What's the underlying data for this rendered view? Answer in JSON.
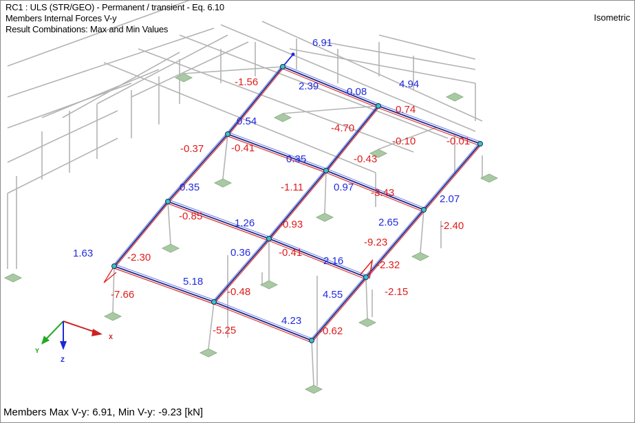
{
  "header": {
    "line1": "RC1 : ULS (STR/GEO) - Permanent / transient - Eq. 6.10",
    "line2": "Members Internal Forces V-y",
    "line3": "Result Combinations: Max and Min Values"
  },
  "view_mode": "Isometric",
  "summary": "Members Max V-y: 6.91, Min V-y: -9.23 [kN]",
  "colors": {
    "max_value": "#1f2be0",
    "min_value": "#e01b1b",
    "member": "#1b2a8a",
    "ghost_structure": "#b3b3b3",
    "support": "#a9c9a4",
    "axis_x": "#cc2222",
    "axis_y": "#22aa22",
    "axis_z": "#1a2ad8"
  },
  "axes": {
    "x": "X",
    "y": "Y",
    "z": "Z"
  },
  "values": {
    "v1": "6.91",
    "v2": "-1.56",
    "v3": "2.39",
    "v4": "-0.08",
    "v5": "4.94",
    "v6": "0.74",
    "v7": "0.54",
    "v8": "-4.70",
    "v9": "-0.37",
    "v10": "-0.41",
    "v11": "-0.10",
    "v12": "-0.01",
    "v13": "0.35",
    "v14": "-0.43",
    "v15": "0.35",
    "v16": "-1.11",
    "v17": "0.97",
    "v18": "-3.43",
    "v19": "2.07",
    "v20": "-0.85",
    "v21": "1.26",
    "v22": "-0.93",
    "v23": "2.65",
    "v24": "-2.40",
    "v25": "1.63",
    "v26": "-2.30",
    "v27": "0.36",
    "v28": "-0.41",
    "v29": "-9.23",
    "v30": "2.16",
    "v31": "-2.32",
    "v32": "5.18",
    "v33": "-7.66",
    "v34": "-0.48",
    "v35": "4.55",
    "v36": "-2.15",
    "v37": "4.23",
    "v38": "-5.25",
    "v39": "-0.62"
  }
}
